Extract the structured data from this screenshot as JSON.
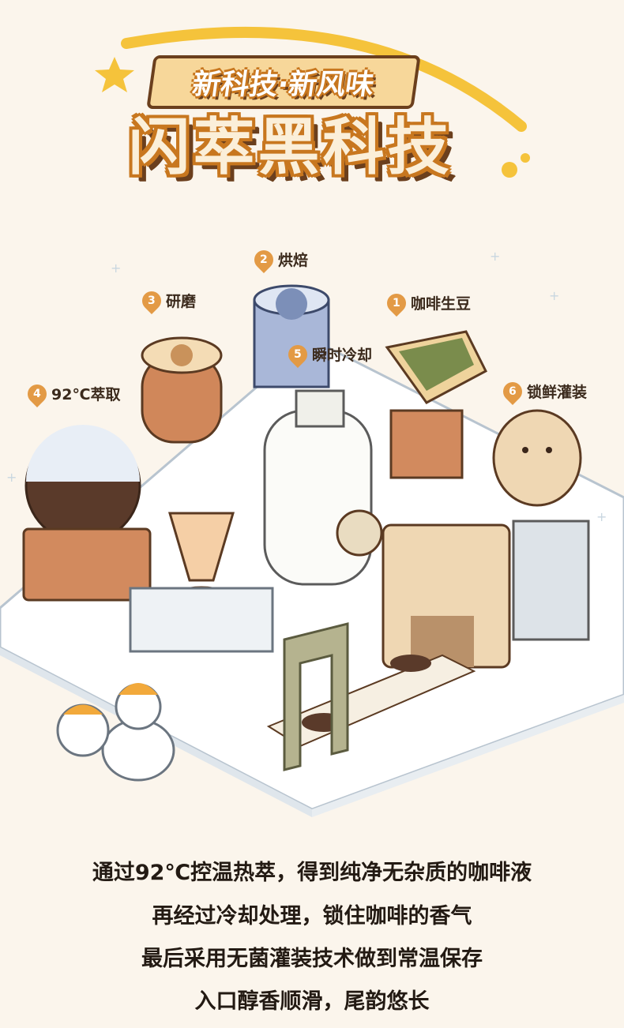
{
  "title": {
    "sub": "新科技·新风味",
    "main": "闪萃黑科技"
  },
  "steps": [
    {
      "num": "1",
      "label": "咖啡生豆"
    },
    {
      "num": "2",
      "label": "烘焙"
    },
    {
      "num": "3",
      "label": "研磨"
    },
    {
      "num": "4",
      "label": "92℃萃取"
    },
    {
      "num": "5",
      "label": "瞬时冷却"
    },
    {
      "num": "6",
      "label": "锁鲜灌装"
    }
  ],
  "captions": [
    "通过92℃控温热萃，得到纯净无杂质的咖啡液",
    "再经过冷却处理，锁住咖啡的香气",
    "最后采用无菌灌装技术做到常温保存",
    "入口醇香顺滑，尾韵悠长"
  ],
  "colors": {
    "background": "#fbf5ec",
    "accent": "#e39a45",
    "brown": "#6b3f1d",
    "star": "#f5c33b"
  }
}
